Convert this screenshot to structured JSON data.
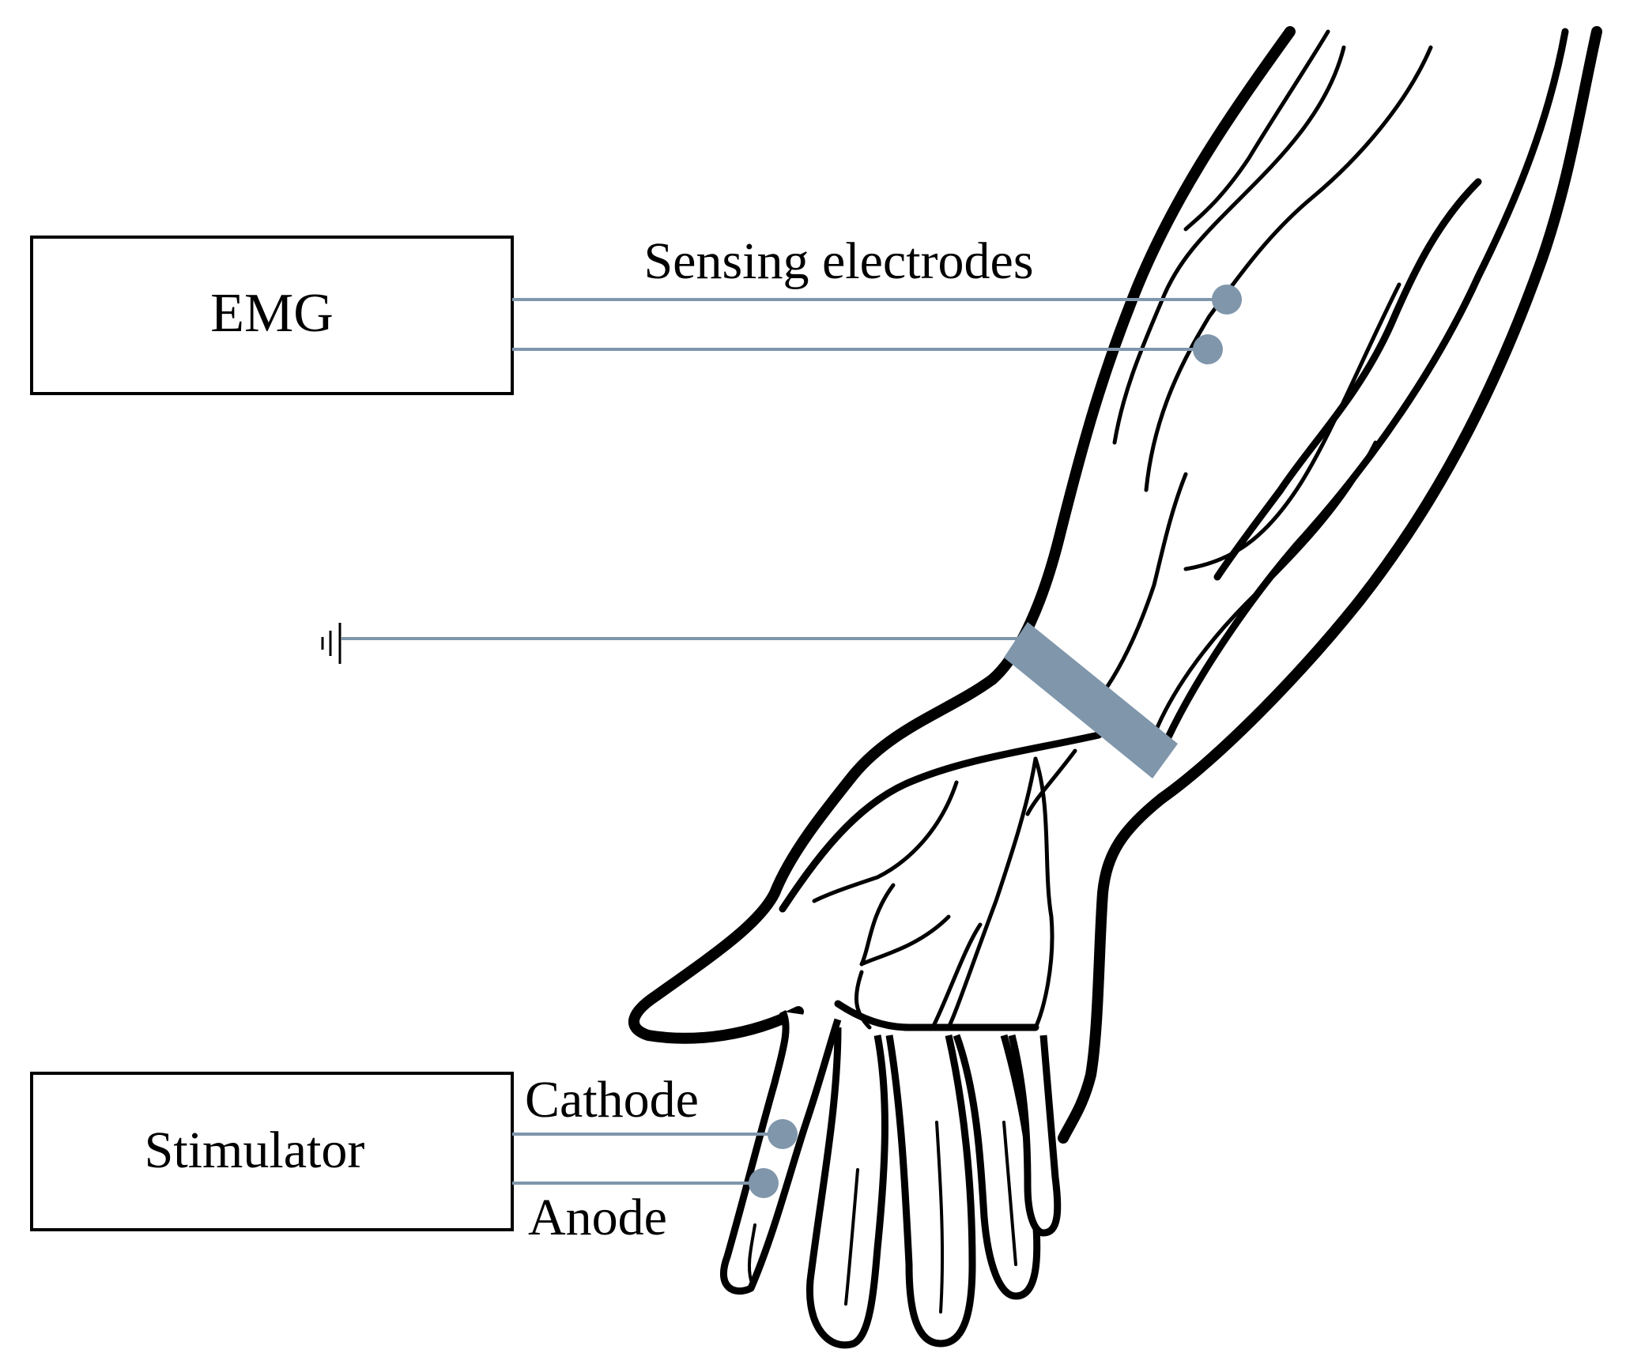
{
  "diagram": {
    "emg_label": "EMG",
    "stimulator_label": "Stimulator",
    "sensing_label": "Sensing electrodes",
    "cathode_label": "Cathode",
    "anode_label": "Anode"
  },
  "colors": {
    "wire": "#7f96ab",
    "electrode": "#7f96ab",
    "outline": "#000000",
    "background": "#ffffff"
  },
  "icons": {
    "ground": "ground-icon"
  }
}
